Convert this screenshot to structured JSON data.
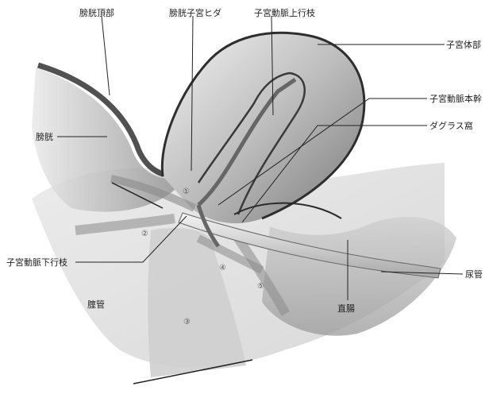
{
  "labels": {
    "bladder_dome": "膀胱頂部",
    "vesicouterine_fold": "膀胱子宮ヒダ",
    "uterine_artery_ascending": "子宮動脈上行枝",
    "uterine_body": "子宮体部",
    "uterine_artery_main": "子宮動脈本幹",
    "pouch_of_douglas": "ダグラス窩",
    "bladder": "膀胱",
    "uterine_artery_descending": "子宮動脈下行枝",
    "ureter": "尿管",
    "vagina": "腟管",
    "rectum": "直腸"
  },
  "markers": {
    "m1": "①",
    "m2": "②",
    "m3": "③",
    "m4": "④",
    "m5": "⑤"
  }
}
